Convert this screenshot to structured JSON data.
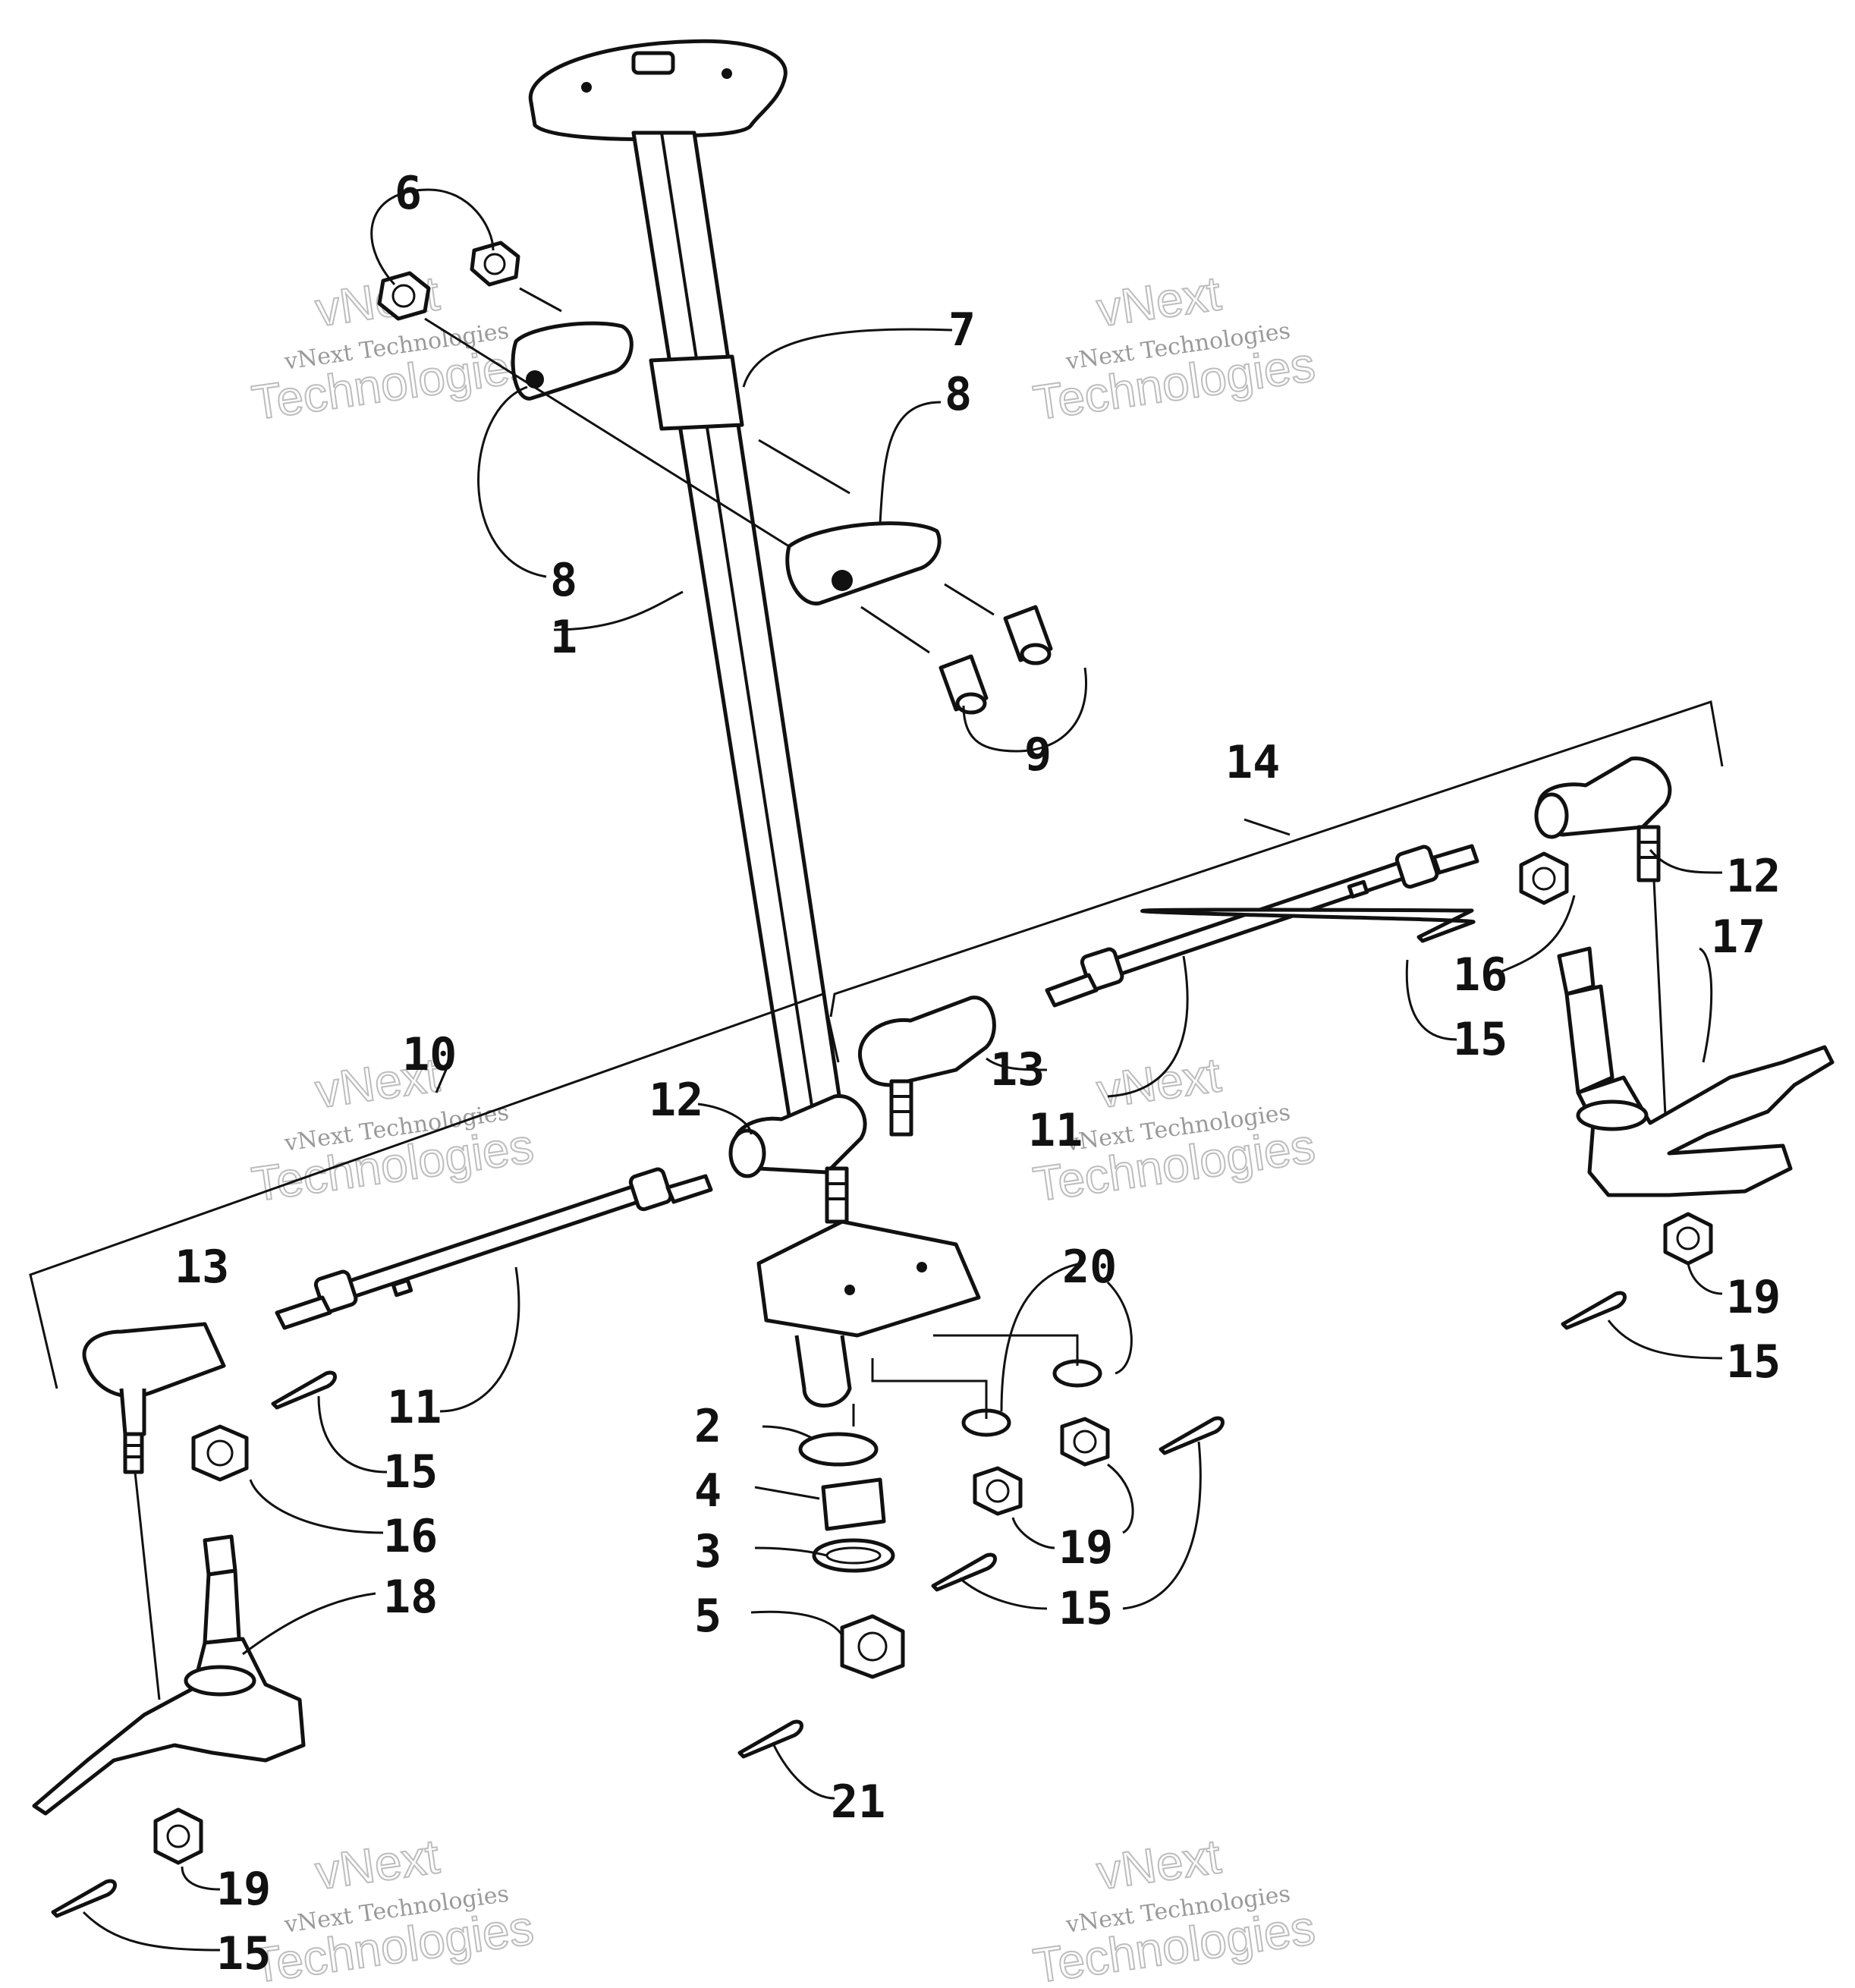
{
  "callouts": [
    "6",
    "7",
    "8",
    "8",
    "1",
    "9",
    "14",
    "12",
    "16",
    "17",
    "15",
    "10",
    "12",
    "13",
    "11",
    "13",
    "11",
    "15",
    "20",
    "2",
    "4",
    "3",
    "5",
    "16",
    "18",
    "19",
    "15",
    "19",
    "15",
    "21",
    "19",
    "15"
  ],
  "watermark": {
    "line1": "vNext Technologies",
    "line2": "vNext",
    "line3": "Technologies"
  },
  "colors": {
    "ink": "#111111",
    "watermark": "#b0b0b0",
    "paper": "#ffffff"
  }
}
